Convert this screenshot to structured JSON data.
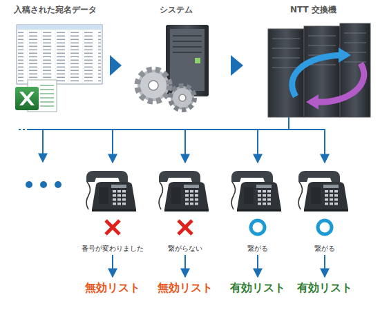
{
  "diagram": {
    "nodes": [
      {
        "text": [
          "入稿された宛名データ"
        ]
      },
      {
        "text": [
          "システム"
        ]
      },
      {
        "text": [
          "NTT 交換機"
        ]
      },
      {
        "text": [
          "番号が変わりました"
        ]
      },
      {
        "text": [
          "繋がらない"
        ]
      },
      {
        "text": [
          "繋がる"
        ]
      },
      {
        "text": [
          "繋がる"
        ]
      },
      {
        "text": [
          "無効リスト"
        ]
      },
      {
        "text": [
          "無効リスト"
        ]
      },
      {
        "text": [
          "有効リスト"
        ]
      },
      {
        "text": [
          "有効リスト"
        ]
      }
    ],
    "edges": [
      {
        "from": 0,
        "to": 1,
        "arrow": "to"
      },
      {
        "from": 1,
        "to": 2,
        "arrow": "to"
      },
      {
        "from": 2,
        "to": 3,
        "arrow": "to"
      },
      {
        "from": 2,
        "to": 4,
        "arrow": "to"
      },
      {
        "from": 2,
        "to": 5,
        "arrow": "to"
      },
      {
        "from": 2,
        "to": 6,
        "arrow": "to"
      },
      {
        "from": 3,
        "to": 7,
        "arrow": "to"
      },
      {
        "from": 4,
        "to": 8,
        "arrow": "to"
      },
      {
        "from": 5,
        "to": 9,
        "arrow": "to"
      },
      {
        "from": 6,
        "to": 10,
        "arrow": "to"
      }
    ]
  }
}
